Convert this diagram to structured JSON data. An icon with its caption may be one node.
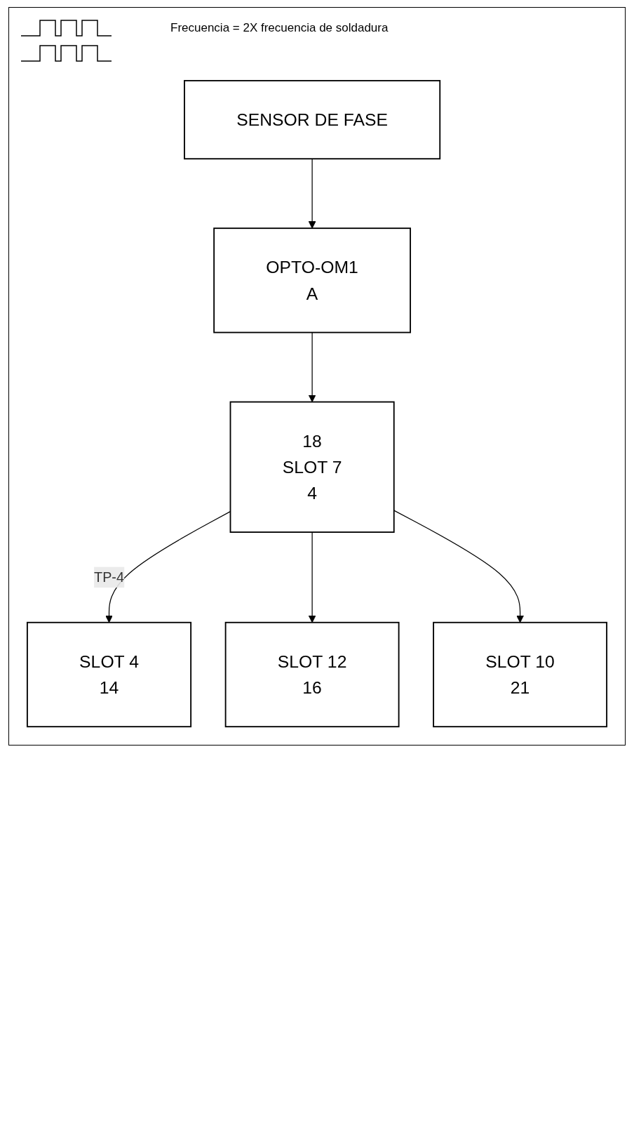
{
  "diagram": {
    "nodes": [
      {
        "text": [
          "SENSOR DE FASE"
        ]
      },
      {
        "text": [
          "OPTO-OM1",
          "A"
        ]
      },
      {
        "text": [
          "18",
          "SLOT 7",
          "4"
        ]
      },
      {
        "text": [
          "SLOT 4",
          "14"
        ]
      },
      {
        "text": [
          "SLOT 12",
          "16"
        ]
      },
      {
        "text": [
          "SLOT 10",
          "21"
        ]
      }
    ],
    "edges": [
      {
        "from": 0,
        "to": 1,
        "arrow": "to"
      },
      {
        "from": 1,
        "to": 2,
        "arrow": "to"
      },
      {
        "from": 2,
        "to": 3,
        "arrow": "to",
        "label": "TP-4"
      },
      {
        "from": 2,
        "to": 4,
        "arrow": "to"
      },
      {
        "from": 2,
        "to": 5,
        "arrow": "to"
      }
    ],
    "labels": [
      "Frecuencia = 2X frecuencia de soldadura"
    ]
  }
}
